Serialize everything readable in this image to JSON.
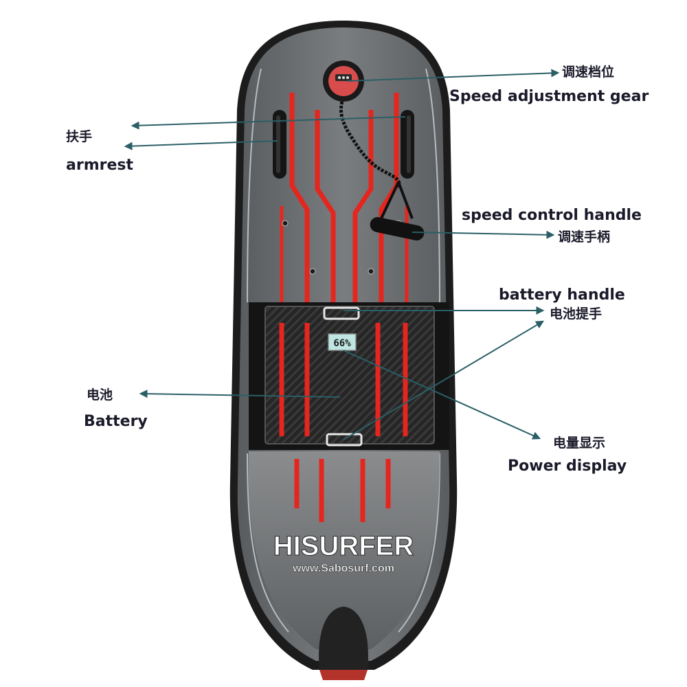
{
  "brand": {
    "name": "HISURFER",
    "website": "www.Sabosurf.com"
  },
  "battery_display": {
    "reading": "66%"
  },
  "callouts": {
    "speed_gear_cn": "调速档位",
    "speed_gear_en": "Speed adjustment gear",
    "armrest_cn": "扶手",
    "armrest_en": "armrest",
    "speed_handle_en": "speed control handle",
    "speed_handle_cn": "调速手柄",
    "battery_handle_en": "battery handle",
    "battery_handle_cn": "电池提手",
    "battery_cn": "电池",
    "battery_en": "Battery",
    "power_display_cn": "电量显示",
    "power_display_en": "Power display"
  },
  "colors": {
    "board_body": "#6e7173",
    "board_rim": "#1c1c1c",
    "accent_red": "#e4261f",
    "arrow_teal": "#2a5f66",
    "battery_carbon": "#2a2a2a",
    "display_screen": "#bfe6e3"
  }
}
